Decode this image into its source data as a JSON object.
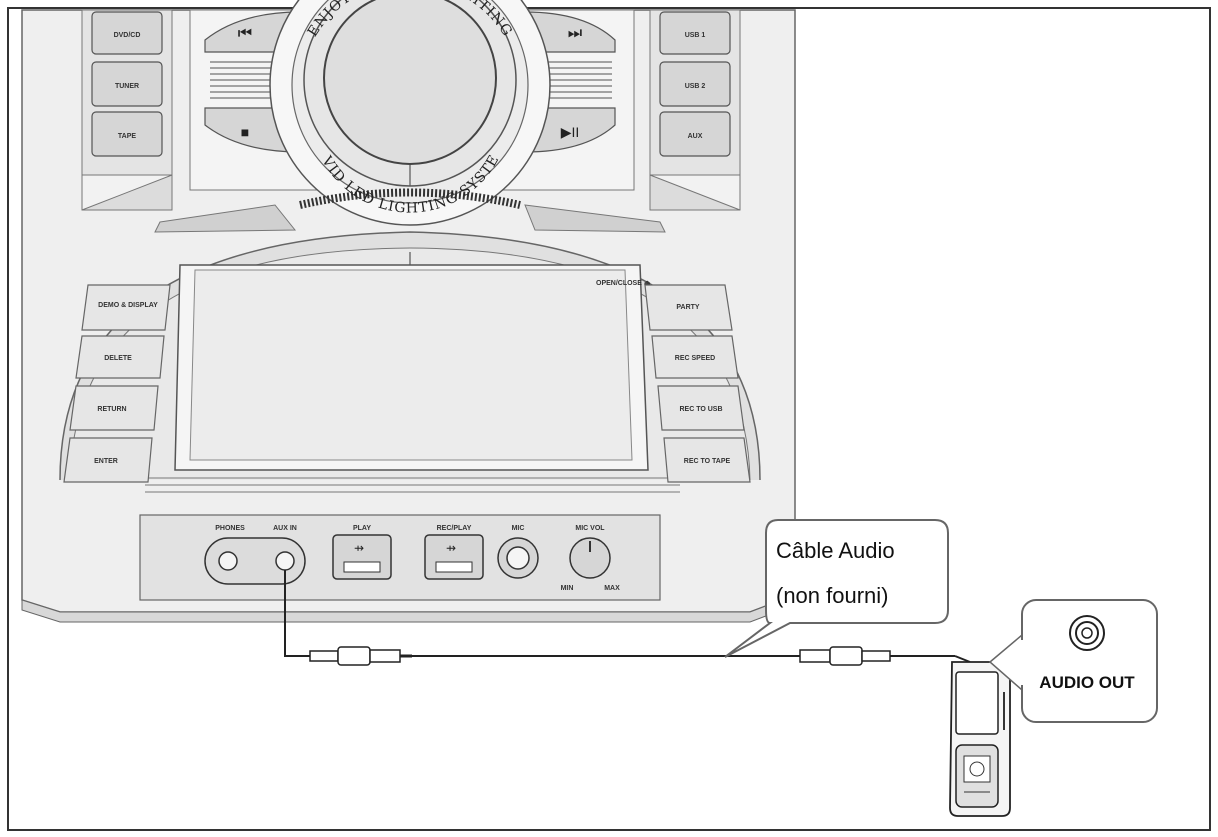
{
  "diagram": {
    "callout": {
      "line1": "Câble Audio",
      "line2": "(non fourni)"
    },
    "port_label": "AUDIO OUT",
    "ring_text": {
      "top": "ENJOY SOUND & LIGHTING",
      "bottom": "VIVID LED LIGHTING SYSTEM"
    },
    "left_top_buttons": [
      "DVD/CD",
      "TUNER",
      "TAPE"
    ],
    "right_top_buttons": [
      "USB 1",
      "USB 2",
      "AUX"
    ],
    "left_side_buttons": [
      "DEMO & DISPLAY",
      "DELETE",
      "RETURN",
      "ENTER"
    ],
    "right_side_buttons": [
      "PARTY",
      "REC SPEED",
      "REC TO USB",
      "REC TO TAPE"
    ],
    "tray_label": "OPEN/CLOSE ⏏",
    "transport": {
      "prev": "⏮",
      "next": "⏭",
      "stop": "■",
      "play_pause": "▶II"
    },
    "jacks": {
      "phones": "PHONES",
      "aux_in": "AUX IN",
      "play": "PLAY",
      "rec_play": "REC/PLAY",
      "mic": "MIC",
      "mic_vol": "MIC VOL",
      "min": "MIN",
      "max": "MAX"
    }
  }
}
